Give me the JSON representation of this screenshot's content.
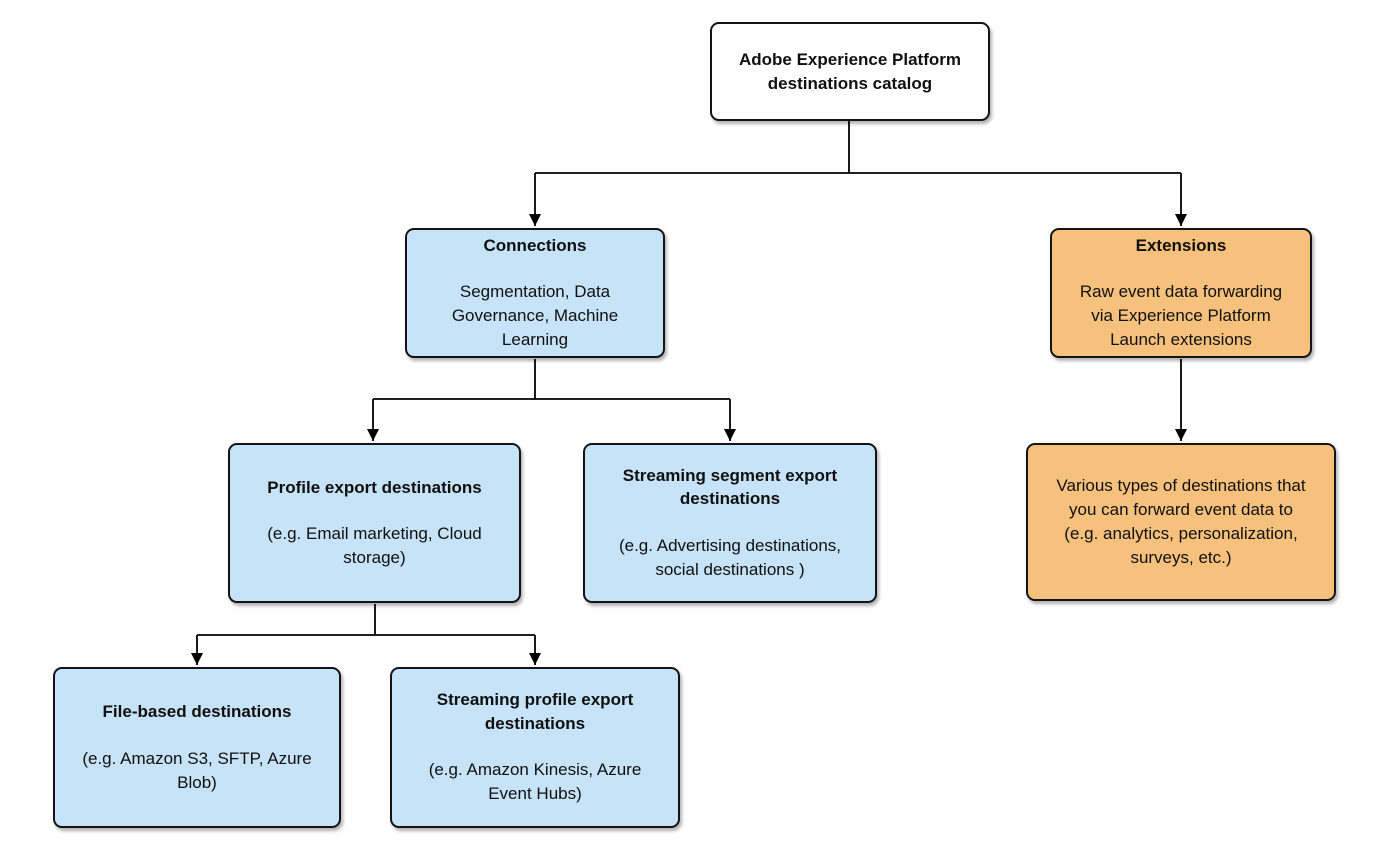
{
  "colors": {
    "box_blue": "#c6e3f7",
    "box_orange": "#f6c17d",
    "box_white": "#ffffff",
    "border": "#141414",
    "line": "#000000",
    "text": "#101010",
    "background": "#ffffff"
  },
  "nodes": {
    "root": {
      "title": "Adobe Experience Platform\ndestinations catalog",
      "body": ""
    },
    "connections": {
      "title": "Connections",
      "body": "Segmentation, Data\nGovernance, Machine\nLearning"
    },
    "extensions": {
      "title": "Extensions",
      "body": "Raw event data forwarding\nvia Experience Platform\nLaunch extensions"
    },
    "profile_export": {
      "title": "Profile export destinations",
      "body": "(e.g. Email marketing, Cloud\nstorage)"
    },
    "streaming_segment_export": {
      "title": "Streaming segment export\ndestinations",
      "body": "(e.g. Advertising destinations,\nsocial destinations )"
    },
    "extension_destinations": {
      "title": "",
      "body": "Various types of destinations that\nyou can forward event data to\n(e.g. analytics, personalization,\nsurveys, etc.)"
    },
    "file_based": {
      "title": "File-based destinations",
      "body": "(e.g. Amazon S3, SFTP, Azure\nBlob)"
    },
    "streaming_profile_export": {
      "title": "Streaming profile export\ndestinations",
      "body": "(e.g. Amazon Kinesis, Azure\nEvent Hubs)"
    }
  }
}
